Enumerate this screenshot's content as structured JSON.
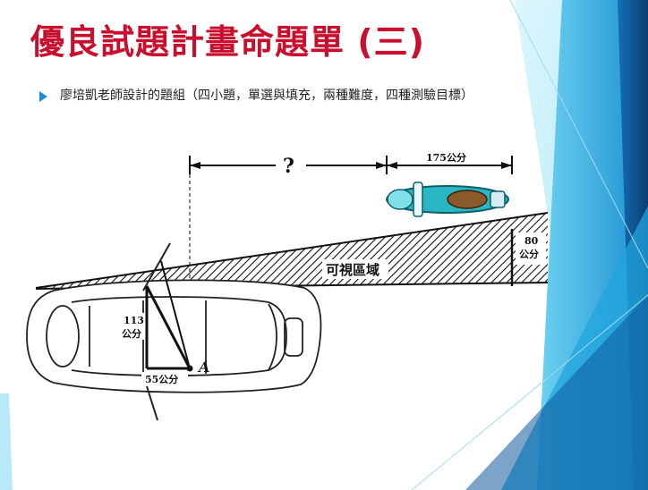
{
  "slide": {
    "title": "優良試題計畫命題單 (三)",
    "bullet": "廖培凱老師設計的題組（四小題，單選與填充，兩種難度，四種測驗目標）",
    "accent_title_color": "#c8102e",
    "accent_bullet_color": "#1a8ed0"
  },
  "diagram": {
    "distance_unknown": "?",
    "motorcycle_length": "175公分",
    "height_at_motorcycle": "80",
    "height_at_motorcycle_unit": "公分",
    "visible_area": "可視區域",
    "driver_height": "113",
    "driver_height_unit": "公分",
    "driver_offset": "55公分",
    "point_label": "A"
  }
}
